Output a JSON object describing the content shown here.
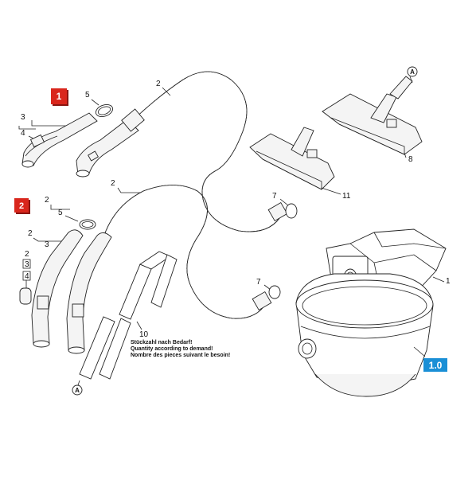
{
  "colors": {
    "badge_red": "#d9261c",
    "badge_blue": "#1a8fd6",
    "ink": "#222222"
  },
  "badges": {
    "kit1": "1",
    "kit2": "2",
    "container": "1.0"
  },
  "callouts": {
    "hose_top": "2",
    "tube_kit1": "3",
    "clip_kit1": "4",
    "ring_kit1": "5",
    "hose_mid": "2",
    "kit2_hose": "2",
    "kit2_ring": "5",
    "kit2_tube": "2",
    "kit2_three": "3",
    "kit2_boxed3": "3",
    "kit2_boxed4": "4",
    "seal_upper": "7",
    "seal_lower": "7",
    "floor_nozzle_large": "8",
    "floor_nozzle_small": "11",
    "filter_bag": "1",
    "extension_tubes": "10",
    "ref_A_top": "A",
    "ref_A_bottom": "A"
  },
  "note_lines": [
    "Stückzahl nach Bedarf!",
    "Quantity according to demand!",
    "Nombre des pieces suivant le besoin!"
  ]
}
